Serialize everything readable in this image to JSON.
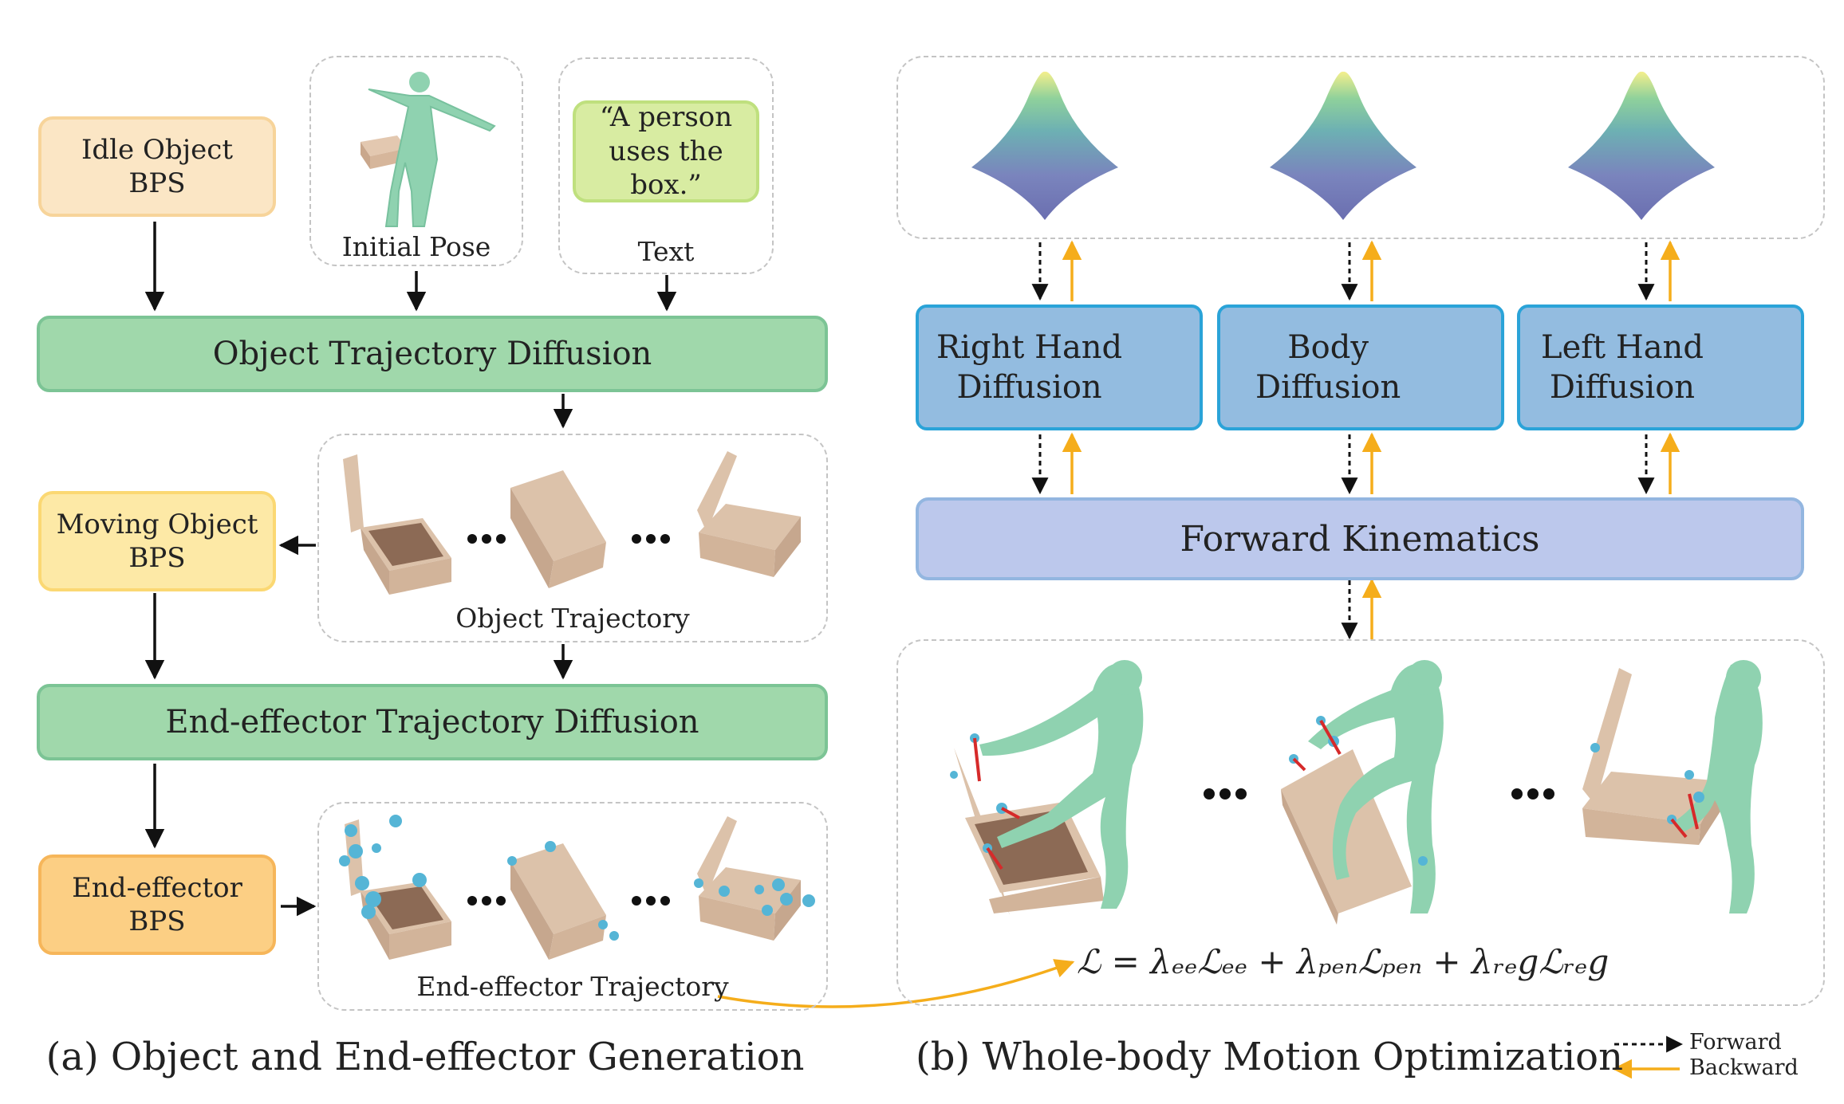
{
  "left_panel": {
    "title": "(a) Object and End-effector Generation",
    "idle_object_bps": "Idle Object\nBPS",
    "initial_pose_caption": "Initial Pose",
    "text_prompt": "“A person\nuses the box.”",
    "text_caption": "Text",
    "object_trajectory_diffusion": "Object Trajectory Diffusion",
    "moving_object_bps": "Moving Object\nBPS",
    "object_trajectory_caption": "Object Trajectory",
    "end_effector_trajectory_diffusion": "End-effector Trajectory Diffusion",
    "end_effector_bps": "End-effector\nBPS",
    "end_effector_trajectory_caption": "End-effector Trajectory"
  },
  "right_panel": {
    "title": "(b) Whole-body Motion Optimization",
    "right_hand_diffusion": "Right Hand\nDiffusion",
    "body_diffusion": "Body\nDiffusion",
    "left_hand_diffusion": "Left Hand\nDiffusion",
    "forward_kinematics": "Forward Kinematics",
    "loss_equation": "ℒ = λₑₑℒₑₑ + λₚₑₙℒₚₑₙ + λᵣₑgℒᵣₑg",
    "legend_forward": "Forward",
    "legend_backward": "Backward"
  },
  "colors": {
    "green_box": "#a0d8ab",
    "blue_box": "#93bce0",
    "fk_box": "#bcc8ec",
    "backward_arrow": "#f5ad1b",
    "box_color": "#d9bfa8",
    "human_color": "#8fd2b0",
    "contact_point": "#55b5d6"
  }
}
